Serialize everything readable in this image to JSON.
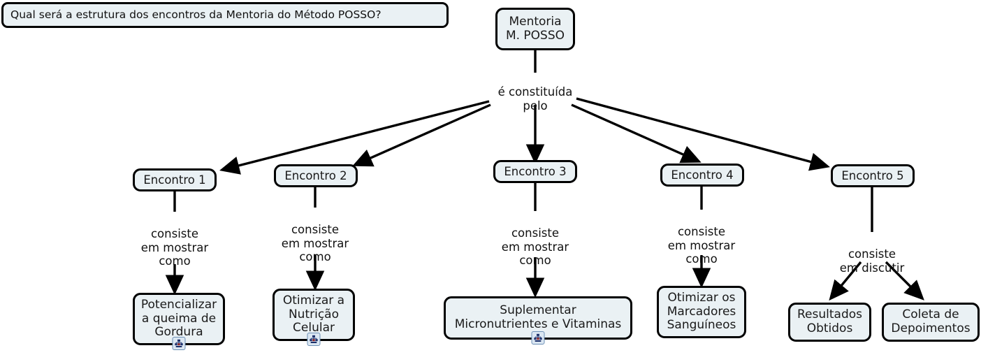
{
  "focus_question": {
    "text": "Qual será a estrutura dos encontros da Mentoria do Método POSSO?"
  },
  "root": {
    "label": "Mentoria\nM. POSSO"
  },
  "root_link": {
    "label": "é constituída\npelo"
  },
  "sessions": [
    {
      "label": "Encontro 1"
    },
    {
      "label": "Encontro 2"
    },
    {
      "label": "Encontro 3"
    },
    {
      "label": "Encontro 4"
    },
    {
      "label": "Encontro 5"
    }
  ],
  "session_links": [
    {
      "label": "consiste\nem mostrar\ncomo"
    },
    {
      "label": "consiste\nem mostrar\ncomo"
    },
    {
      "label": "consiste\nem mostrar\ncomo"
    },
    {
      "label": "consiste\nem mostrar\ncomo"
    },
    {
      "label": "consiste\nem discutir"
    }
  ],
  "outcomes": [
    {
      "label": "Potencializar\na queima de\nGordura",
      "has_submap": true
    },
    {
      "label": "Otimizar a\nNutrição\nCelular",
      "has_submap": true
    },
    {
      "label": "Suplementar\nMicronutrientes e Vitaminas",
      "has_submap": true
    },
    {
      "label": "Otimizar os\nMarcadores\nSanguíneos",
      "has_submap": false
    },
    {
      "label": "Resultados\nObtidos",
      "has_submap": false
    },
    {
      "label": "Coleta de\nDepoimentos",
      "has_submap": false
    }
  ],
  "icons": {
    "submap": "submap-icon"
  },
  "colors": {
    "node_fill": "#eaf1f4",
    "node_border": "#000000",
    "edge": "#000000",
    "text": "#111111",
    "canvas": "#ffffff"
  }
}
